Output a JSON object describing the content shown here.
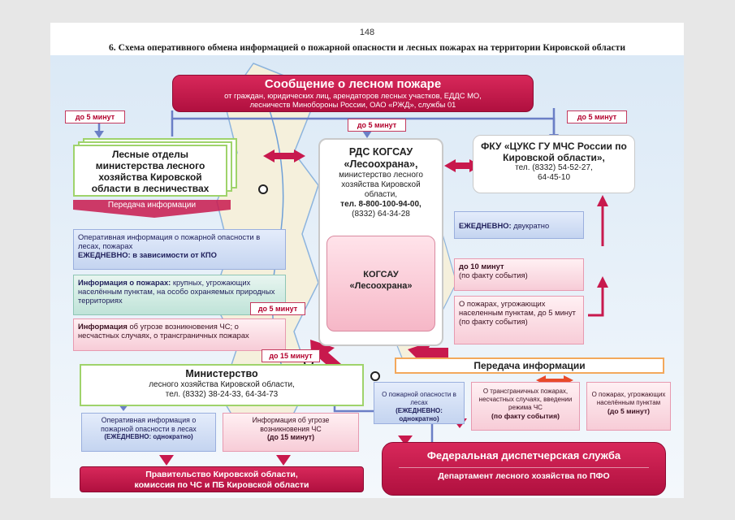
{
  "page_number": "148",
  "title": "6. Схема оперативного обмена информацией о пожарной опасности и лесных пожарах на территории Кировской области",
  "fire_report": {
    "title": "Сообщение о лесном пожаре",
    "subtitle": "от граждан, юридических лиц, арендаторов лесных участков, ЕДДС МО, лесничеств Минобороны России, ОАО «РЖД», службы 01"
  },
  "time_labels": {
    "t5_left": "до 5 минут",
    "t5_center": "до 5 минут",
    "t5_right": "до 5 минут",
    "t5_lower": "до 5 минут",
    "t15": "до 15 минут"
  },
  "forest_departments": "Лесные отделы министерства лесного хозяйства Кировской области в лесничествах",
  "transfer_label_left": "Передача информации",
  "left_items": [
    {
      "text": "Оперативная информация о пожарной опасности в лесах, пожарах",
      "bold": "ЕЖЕДНЕВНО: в зависимости от КПО"
    },
    {
      "bold": "Информация о пожарах:",
      "text": " крупных, угрожающих населённым пунктам, на особо охраняемых природных территориях"
    },
    {
      "bold": "Информация",
      "text": " об угрозе возникновения ЧС; о несчастных случаях, о трансграничных пожарах"
    }
  ],
  "rds": {
    "title": "РДС КОГСАУ «Лесоохрана»,",
    "line1": "министерство лесного хозяйства Кировской области,",
    "phone_bold": "тел. 8-800-100-94-00,",
    "phone2": "(8332) 64-34-28",
    "inner": "КОГСАУ «Лесоохрана»"
  },
  "fku": {
    "title": "ФКУ «ЦУКС ГУ МЧС России по Кировской области»,",
    "phone1": "тел. (8332) 54-52-27,",
    "phone2": "64-45-10"
  },
  "right_items": {
    "daily_bold": "ЕЖЕДНЕВНО:",
    "daily_text": " двукратно",
    "ten_bold": "до 10 минут",
    "ten_text": "(по факту события)",
    "threat": "О пожарах, угрожающих населенным пунктам, до 5 минут (по факту события)"
  },
  "ministry": {
    "title": "Министерство",
    "line1": "лесного хозяйства Кировской области,",
    "line2": "тел. (8332) 38-24-33, 64-34-73"
  },
  "bottom_left": {
    "box1_text": "Оперативная информация о пожарной опасности в лесах",
    "box1_bold": "(ЕЖЕДНЕВНО: однократно)",
    "box2_text": "Информация об угрозе возникновения ЧС",
    "box2_bold": "(до 15 минут)"
  },
  "government": {
    "line1": "Правительство Кировской области,",
    "line2": "комиссия по ЧС и ПБ Кировской области"
  },
  "transfer_right": "Передача информации",
  "federal_boxes": [
    {
      "text": "О пожарной опасности в лесах",
      "bold": "(ЕЖЕДНЕВНО: однократно)"
    },
    {
      "text": "О трансграничных пожарах, несчастных случаях, введении режима ЧС",
      "bold": "(по факту события)"
    },
    {
      "text": "О пожарах, угрожающих населённым пунктам",
      "bold": "(до 5 минут)"
    }
  ],
  "federal": {
    "title": "Федеральная диспетчерская служба",
    "subtitle": "Департамент лесного хозяйства по ПФО"
  },
  "colors": {
    "accent_red": "#c8194d",
    "accent_blue": "#6b7fc6",
    "accent_green": "#9fd36b",
    "accent_orange": "#f3a85b"
  }
}
